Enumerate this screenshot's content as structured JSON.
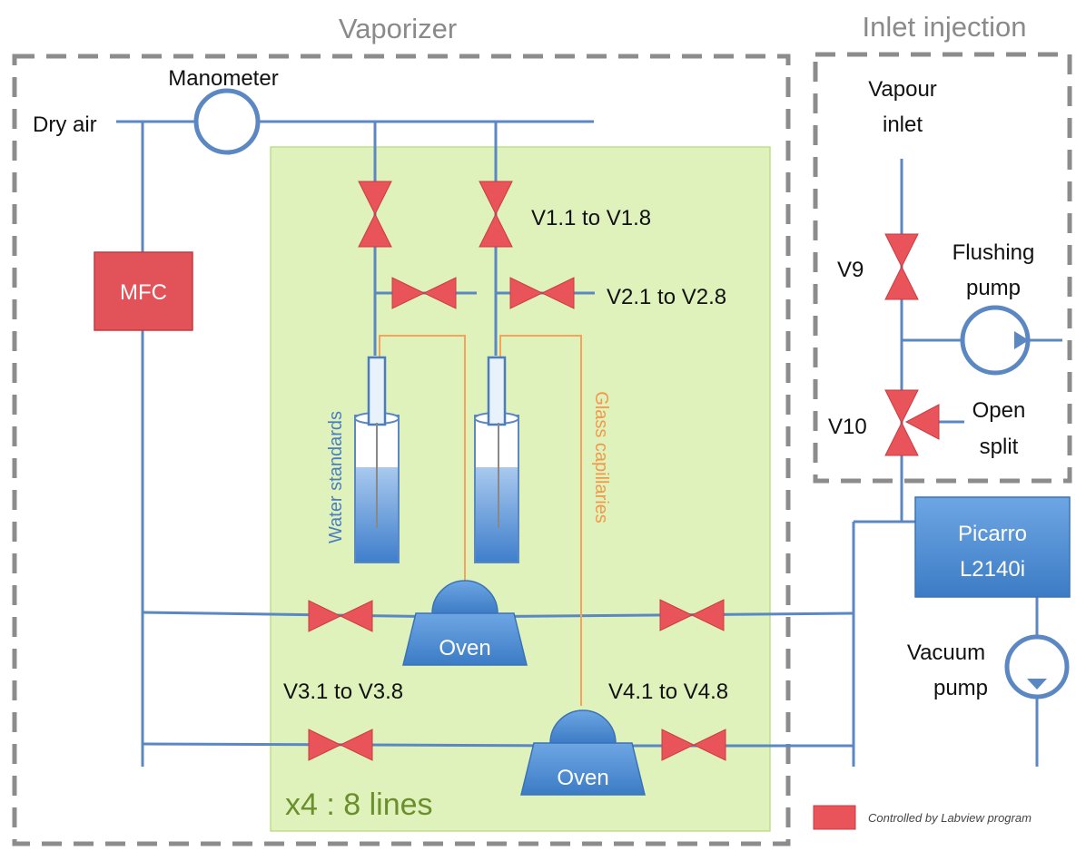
{
  "sections": {
    "vaporizer": "Vaporizer",
    "inlet_injection": "Inlet injection"
  },
  "labels": {
    "manometer": "Manometer",
    "dry_air": "Dry air",
    "mfc": "MFC",
    "v1": "V1.1 to V1.8",
    "v2": "V2.1 to V2.8",
    "v3": "V3.1 to V3.8",
    "v4": "V4.1 to V4.8",
    "water_standards": "Water standards",
    "glass_capillaries": "Glass capillaries",
    "oven_1": "Oven",
    "oven_2": "Oven",
    "lines": "x4 : 8 lines",
    "vapour_inlet_1": "Vapour",
    "vapour_inlet_2": "inlet",
    "v9": "V9",
    "v10": "V10",
    "flushing_pump_1": "Flushing",
    "flushing_pump_2": "pump",
    "open_split_1": "Open",
    "open_split_2": "split",
    "picarro_1": "Picarro",
    "picarro_2": "L2140i",
    "vacuum_pump_1": "Vacuum",
    "vacuum_pump_2": "pump",
    "legend": "Controlled by Labview program"
  },
  "colors": {
    "pipe": "#5b87c2",
    "valve": "#e8545a",
    "mfc": "#e25359",
    "green_box": "#dff2bb",
    "picarro": "#4a89cf",
    "capillary": "#f3a35a",
    "dashed_border": "#8c8c8c"
  }
}
